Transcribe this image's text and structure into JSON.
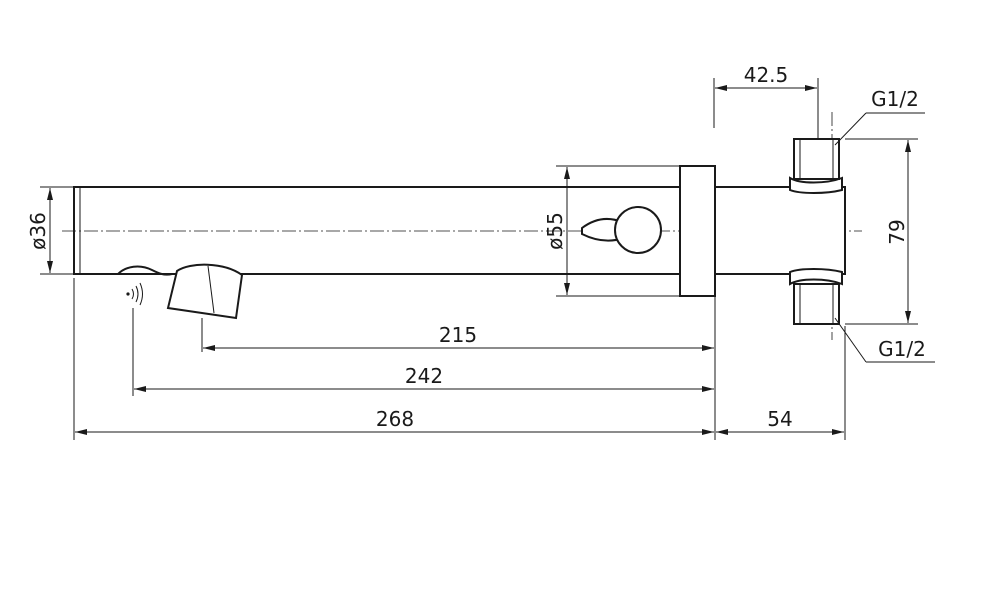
{
  "dimensions": {
    "top_width": "42.5",
    "thread_top": "G1/2",
    "thread_bottom": "G1/2",
    "spout_diameter": "ø36",
    "flange_diameter": "ø55",
    "height": "79",
    "length_215": "215",
    "length_242": "242",
    "length_268": "268",
    "length_54": "54"
  },
  "colors": {
    "line": "#1a1a1a",
    "background": "#ffffff"
  },
  "icons": {
    "sensor": "sensor-wave-icon"
  }
}
